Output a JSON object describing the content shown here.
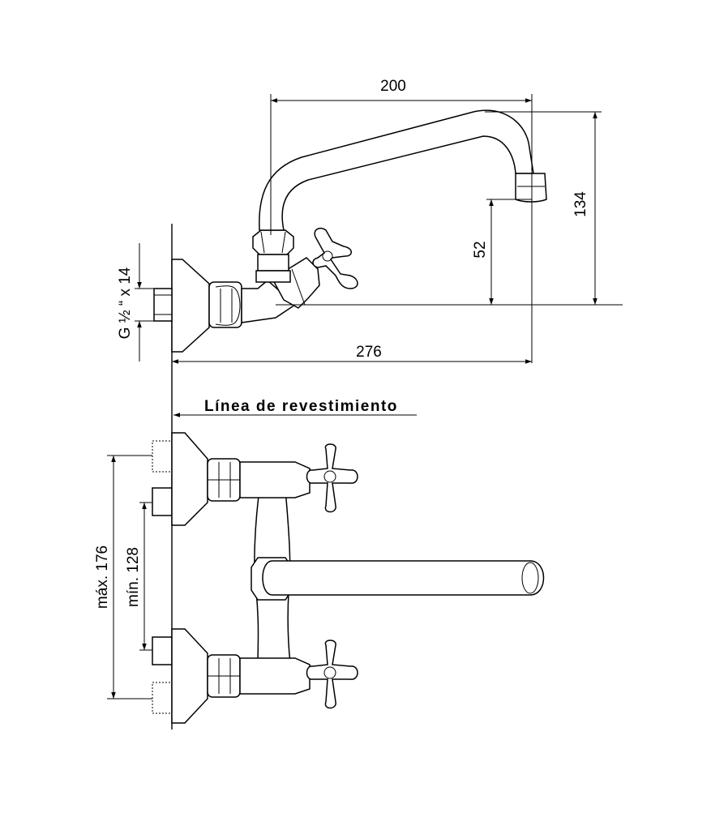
{
  "dimensions": {
    "spout_reach": "200",
    "total_height": "134",
    "outlet_height": "52",
    "total_projection": "276",
    "connection_thread": "G ½ “ x 14",
    "max_centers": "máx. 176",
    "min_centers": "mín. 128"
  },
  "labels": {
    "wall_line": "Línea de revestimiento"
  }
}
